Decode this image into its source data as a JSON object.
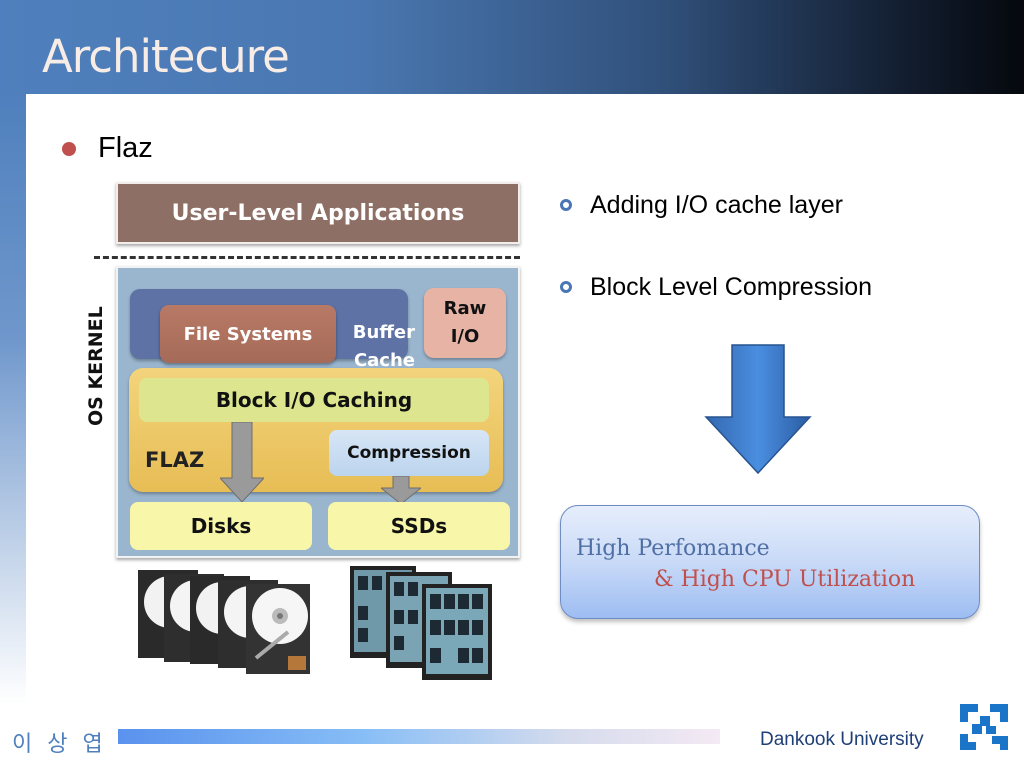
{
  "slide": {
    "title": "Architecure",
    "main_bullet": "Flaz"
  },
  "diagram": {
    "user_level": "User-Level Applications",
    "os_kernel_label": "OS KERNEL",
    "file_systems": "File Systems",
    "buffer_cache_line1": "Buffer",
    "buffer_cache_line2": "Cache",
    "raw_io_line1": "Raw",
    "raw_io_line2": "I/O",
    "block_io_caching": "Block I/O Caching",
    "flaz": "FLAZ",
    "compression": "Compression",
    "disks": "Disks",
    "ssds": "SSDs",
    "hdd_icon": "hard-disk-drive-stack-icon",
    "ssd_icon": "solid-state-drive-stack-icon"
  },
  "right": {
    "bullets": [
      {
        "text": "Adding I/O cache layer"
      },
      {
        "text": "Block Level Compression"
      }
    ],
    "result_line1": "High Perfomance",
    "result_line2": "& High CPU Utilization"
  },
  "footer": {
    "author": "이 상 엽",
    "university": "Dankook University",
    "logo_icon": "dankook-logo-icon"
  },
  "colors": {
    "accent_blue": "#4f80bd",
    "bullet_red": "#c0504d",
    "result_red": "#c0504d",
    "result_blue": "#4f6fa5"
  }
}
